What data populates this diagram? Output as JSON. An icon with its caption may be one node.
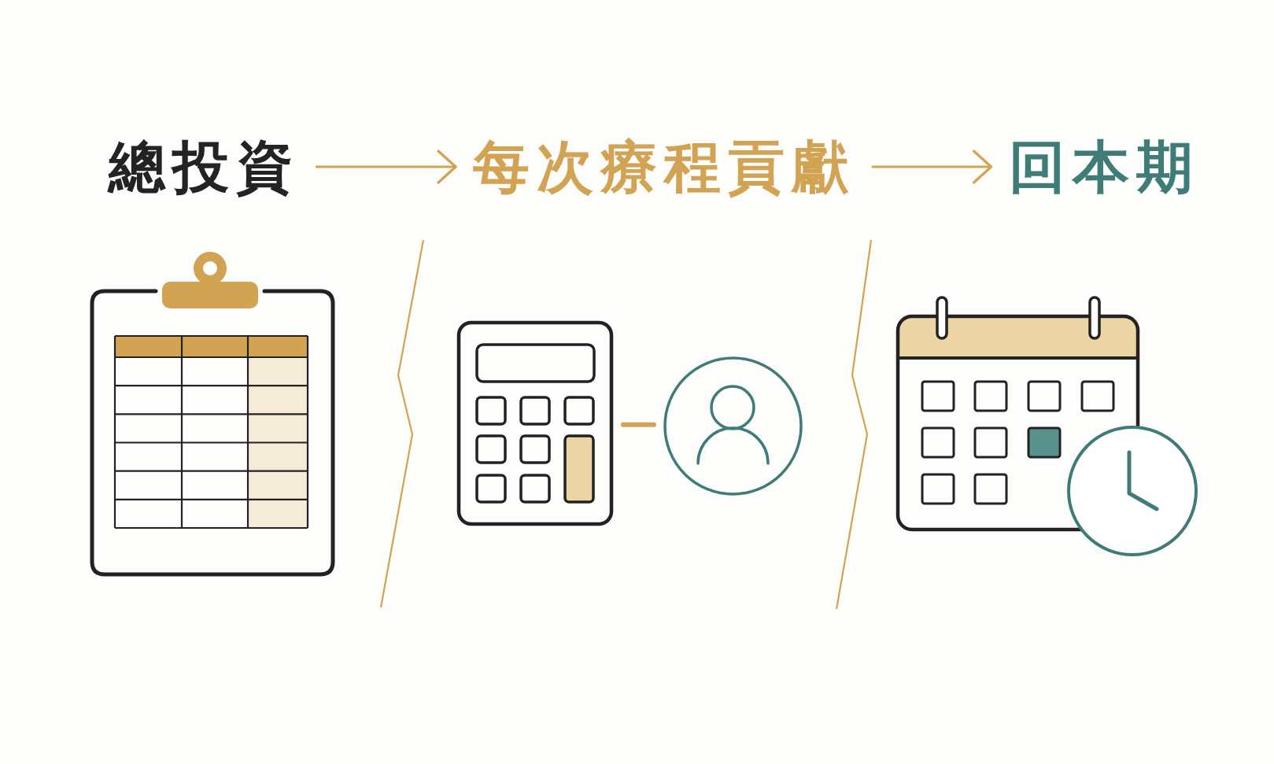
{
  "diagram": {
    "nodes": [
      {
        "text": [
          "總投資"
        ]
      },
      {
        "text": [
          "每次療程貢獻"
        ]
      },
      {
        "text": [
          "回本期"
        ]
      },
      {
        "text": [],
        "shape": "picture"
      },
      {
        "text": [],
        "shape": "picture"
      },
      {
        "text": [],
        "shape": "person"
      },
      {
        "text": [],
        "shape": "picture"
      }
    ],
    "edges": [
      {
        "from": 0,
        "to": 1,
        "arrow": "to"
      },
      {
        "from": 1,
        "to": 2,
        "arrow": "to"
      },
      {
        "from": 4,
        "to": 5,
        "arrow": "none",
        "style": "thick"
      }
    ]
  }
}
